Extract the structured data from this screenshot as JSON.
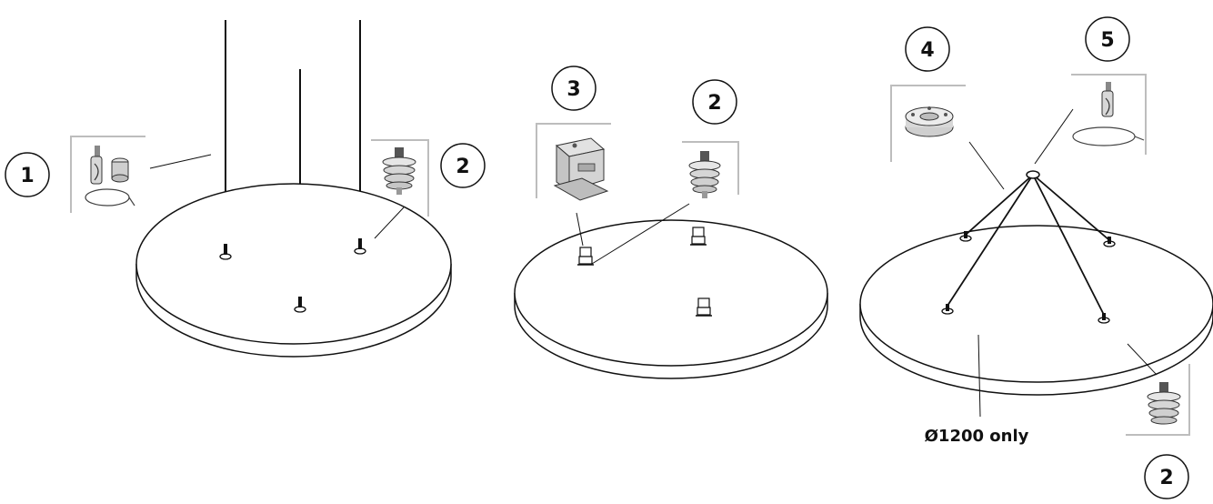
{
  "callouts": {
    "c1": "1",
    "c2a": "2",
    "c3": "3",
    "c2b": "2",
    "c4": "4",
    "c5": "5",
    "c2c": "2"
  },
  "note": "Ø1200 only",
  "colors": {
    "line": "#111111",
    "panel_fill": "#ffffff",
    "frame": "#bdbdbd",
    "part_fill": "#e6e6e6",
    "part_shade": "#b0b0b0"
  },
  "icons": [
    "wire-suspension-kit-icon",
    "ceiling-anchor-icon",
    "t-grid-clip-icon",
    "ceiling-rose-icon",
    "cable-gripper-kit-icon"
  ]
}
